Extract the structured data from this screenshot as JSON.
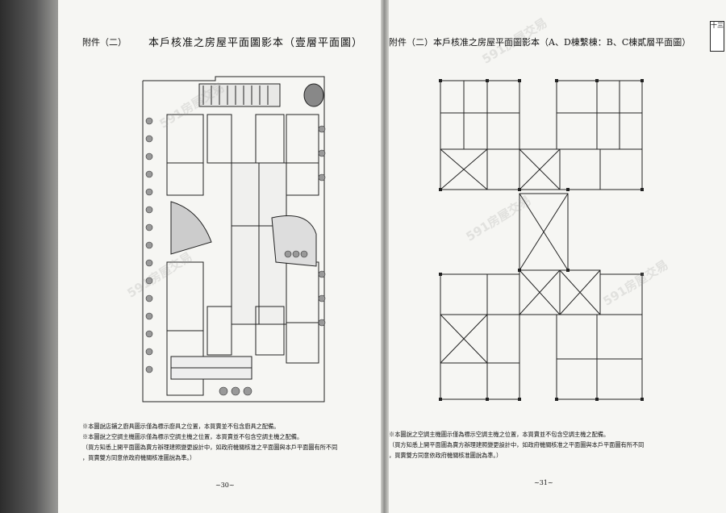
{
  "left_page": {
    "annex_label": "附件（二）",
    "title": "本戶核准之房屋平面圖影本（壹層平面圖）",
    "notes": [
      "※本圖說店鋪之廚具圖示僅為標示廚具之位置，本買賣並不包含廚具之配備。",
      "※本圖說之空調主機圖示僅為標示空調主機之位置，本買賣並不包含空調主機之配備。",
      "（買方知悉上開平面圖為賣方辦理建照變更設計中，如政府機關核准之平面圖與本戶平面圖有所不同",
      "，買賣雙方同意依政府機關核准圖說為準。）"
    ],
    "page_number": "~30~"
  },
  "right_page": {
    "title": "附件（二）本戶核准之房屋平面圖影本（A、D棟繫棟：B、C棟貳層平面圖）",
    "side_tab": "十三",
    "notes": [
      "※本圖說之空調主機圖示僅為標示空調主機之位置，本買賣並不包含空調主機之配備。",
      "（買方知悉上開平面圖為賣方辦理建照變更設計中，如政府機關核准之平面圖與本戶平面圖有所不同",
      "，買賣雙方同意依政府機關核准圖說為準。）"
    ],
    "page_number": "~31~"
  },
  "watermark": "591房屋交易"
}
